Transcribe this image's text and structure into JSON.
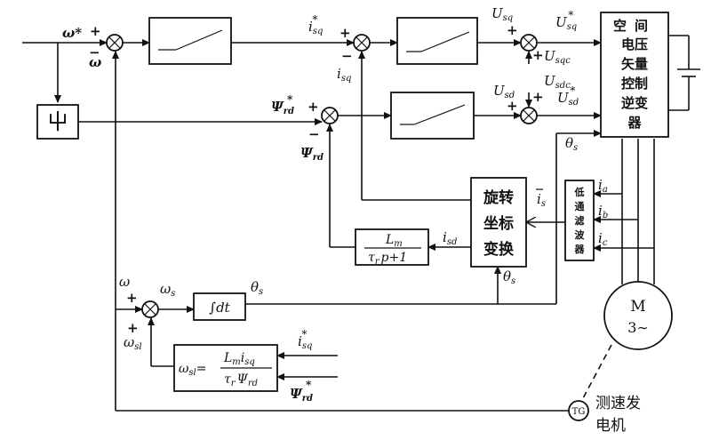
{
  "signals": {
    "omega_ref": "ω*",
    "omega_fb": "ω",
    "isq_ref": "i",
    "isq_ref_sub": "sq",
    "isq_fb": "i",
    "isq_fb_sub": "sq",
    "usq": "U",
    "usq_sub": "sq",
    "usq_ref": "U",
    "usq_ref_sub": "sq",
    "usqc": "U",
    "usqc_sub": "sqc",
    "usd": "U",
    "usd_sub": "sd",
    "usdc": "U",
    "usdc_sub": "sdc",
    "usd_ref": "U",
    "usd_ref_sub": "sd",
    "psi_ref": "Ψ",
    "psi_ref_sub": "rd",
    "psi_fb": "Ψ",
    "psi_fb_sub": "rd",
    "theta_s_inv": "θ",
    "theta_s_sub": "s",
    "is_bar": "i",
    "is_bar_sub": "s",
    "ia": "i",
    "ia_sub": "a",
    "ib": "i",
    "ib_sub": "b",
    "ic": "i",
    "ic_sub": "c",
    "isd": "i",
    "isd_sub": "sd",
    "theta_s_rot": "θ",
    "omega_left": "ω",
    "omega_s": "ω",
    "omega_s_sub": "s",
    "theta_s_int": "θ",
    "omega_sl": "ω",
    "omega_sl_sub": "sl",
    "isq_slip": "i",
    "isq_slip_sub": "sq",
    "psi_slip": "Ψ",
    "psi_slip_sub": "rd",
    "star": "*"
  },
  "signs": {
    "plus": "+",
    "minus": "−"
  },
  "blocks": {
    "inverter_label": [
      "空",
      "间",
      "电压",
      "矢量",
      "控制",
      "逆变",
      "器"
    ],
    "rotation_label": [
      "旋转",
      "坐标",
      "变换"
    ],
    "filter_label": [
      "低",
      "通",
      "滤",
      "波",
      "器"
    ],
    "integrator_label": "∫dt",
    "flux_model_num": "L",
    "flux_model_num_sub": "m",
    "flux_model_den": "τ",
    "flux_model_den_sub": "r",
    "flux_model_den_rest": "p+1",
    "slip_lhs": "ω",
    "slip_lhs_sub": "sl",
    "slip_eq": "=",
    "slip_num": "L",
    "slip_num_sub": "m",
    "slip_num_i": "i",
    "slip_num_i_sub": "sq",
    "slip_den": "τ",
    "slip_den_sub": "r",
    "slip_den_psi": "Ψ",
    "slip_den_psi_sub": "rd",
    "motor_m": "M",
    "motor_phase": "3∼",
    "tg": "TG",
    "tg_caption_1": "测速发",
    "tg_caption_2": "电机",
    "function_gen": "屮"
  },
  "colors": {
    "ink": "#111111",
    "paper": "#ffffff"
  }
}
